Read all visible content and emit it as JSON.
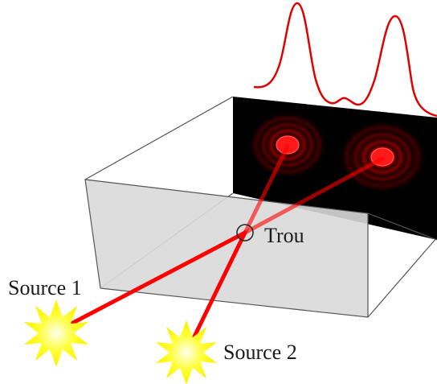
{
  "diagram": {
    "pinhole_label": "Trou",
    "source_1_label": "Source 1",
    "source_2_label": "Source 2"
  },
  "colors": {
    "beam": "#ff0000",
    "intensity_curve": "#e00000",
    "screen": "#000000",
    "box_face": "#d9d9d9",
    "box_edge": "#555555",
    "star_fill": "#ffff22",
    "star_core": "#ffffcc"
  }
}
